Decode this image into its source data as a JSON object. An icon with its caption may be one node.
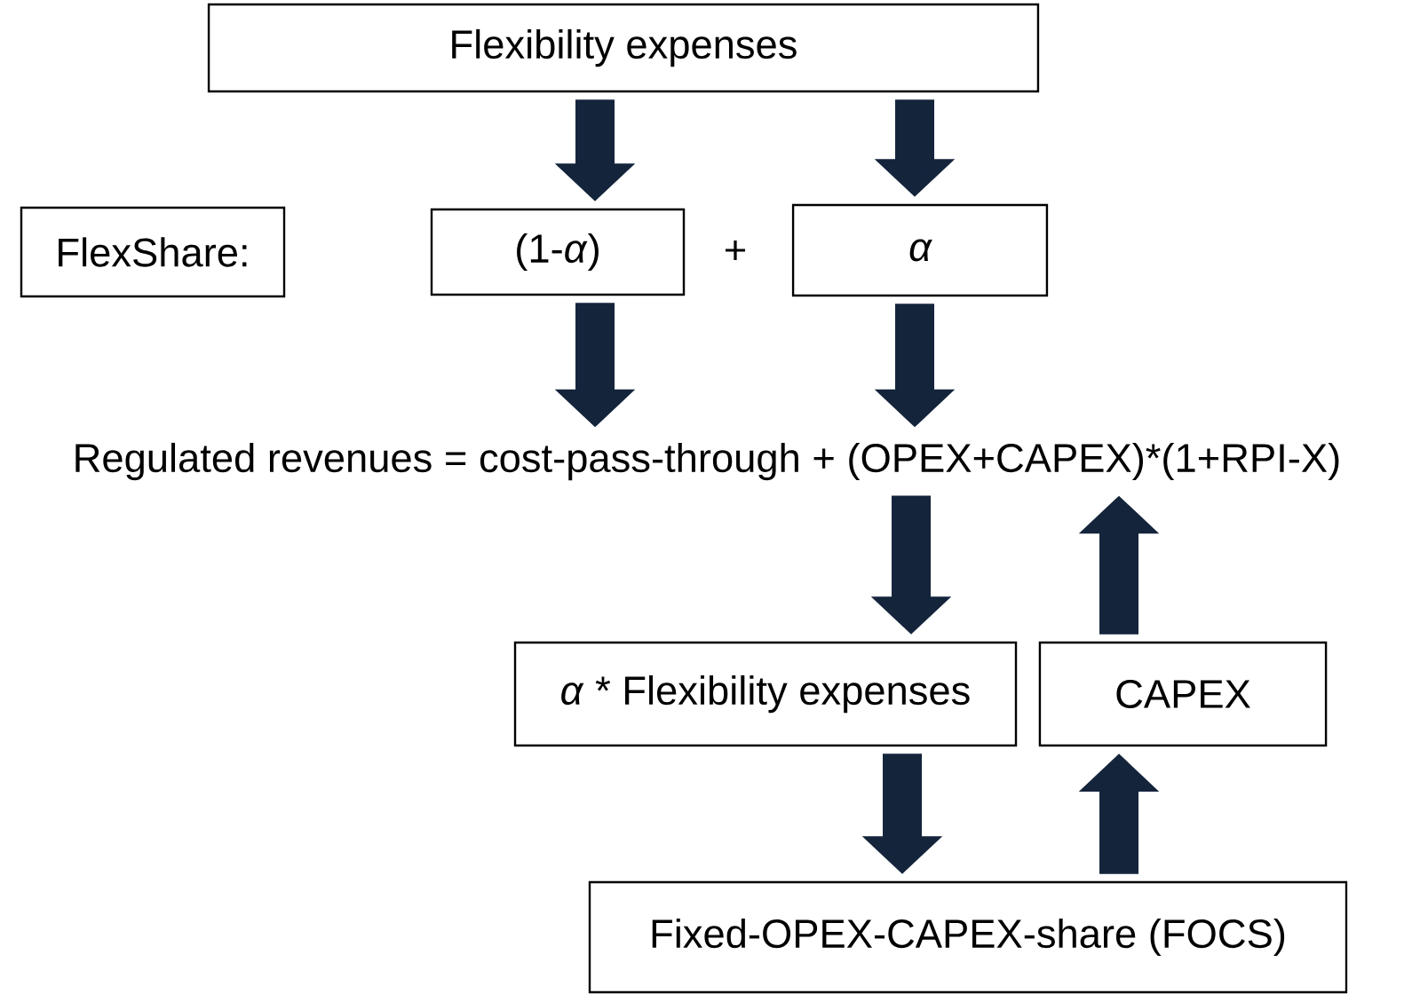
{
  "diagram": {
    "nodes": [
      {
        "text": [
          "Flexibility expenses"
        ]
      },
      {
        "text": [
          "FlexShare:"
        ]
      },
      {
        "text": [
          "(1-*α*)"
        ]
      },
      {
        "text": [
          "α"
        ]
      },
      {
        "text": [
          "Regulated revenues = cost-pass-through + (OPEX+CAPEX)*(1+RPI-X)"
        ]
      },
      {
        "text": [
          "*α* * Flexibility expenses"
        ]
      },
      {
        "text": [
          "CAPEX"
        ]
      },
      {
        "text": [
          "Fixed-OPEX-CAPEX-share (FOCS)"
        ]
      }
    ],
    "edges": [
      {
        "from": 0,
        "to": 2,
        "arrow": "to"
      },
      {
        "from": 0,
        "to": 3,
        "arrow": "to"
      },
      {
        "from": 2,
        "to": 4,
        "arrow": "to"
      },
      {
        "from": 3,
        "to": 4,
        "arrow": "to"
      },
      {
        "from": 4,
        "to": 5,
        "arrow": "to"
      },
      {
        "from": 6,
        "to": 4,
        "arrow": "to"
      },
      {
        "from": 5,
        "to": 7,
        "arrow": "to"
      },
      {
        "from": 7,
        "to": 6,
        "arrow": "to"
      }
    ],
    "labels": [
      "+"
    ]
  }
}
